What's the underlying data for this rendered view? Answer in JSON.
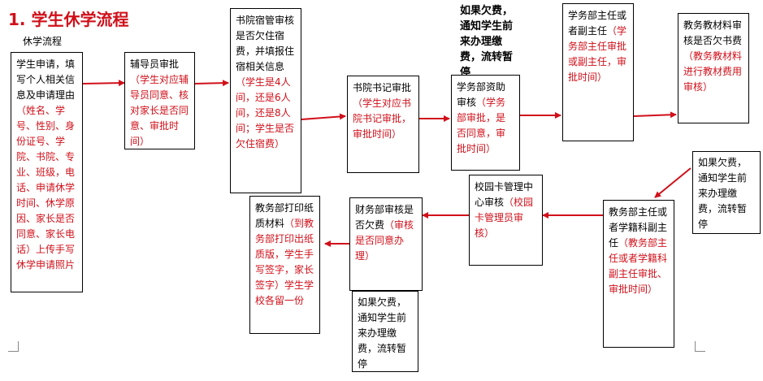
{
  "title": "1. 学生休学流程",
  "subtitle": "休学流程",
  "boxes": [
    {
      "text": "学生申请，填写个人相关信息及申请理由",
      "red": "（姓名、学号、性别、身份证号、学院、书院、专业、班级，电话、申请休学时间、休学原因、家长是否同意、家长电话）上传手写休学申请照片"
    },
    {
      "text": "辅导员审批",
      "red": "（学生对应辅导员同意、核对家长是否同意、审批时间）"
    },
    {
      "text": "书院宿管审核是否欠住宿费，并填报住宿相关信息",
      "red": "（学生是4人间，还是6人间，还是8人间；学生是否欠住宿费）"
    },
    {
      "text": "书院书记审批",
      "red": "（学生对应书院书记审批，审批时间）"
    },
    {
      "text": "学务部资助审核",
      "red": "（学务部审批，是否同意，审批时间）"
    },
    {
      "text": "学务部主任或者副主任",
      "red": "（学务部主任审批或副主任，审批时间）"
    },
    {
      "text": "教务教材料审核是否欠书费",
      "red": "（教务教材料进行教材费用审核）"
    },
    {
      "text": "教务部主任或者学籍科副主任",
      "red": "（教务部主任或者学籍科副主任审批、审批时间）"
    },
    {
      "text": "校园卡管理中心审核",
      "red": "（校园卡管理员审核）"
    },
    {
      "text": "财务部审核是否欠费",
      "red": "（审核是否同意办理）"
    },
    {
      "text": "教务部打印纸质材料",
      "red": "（到教务部打印出纸质版，学生手写签字，家长签字）学生学校各留一份"
    }
  ],
  "notes": {
    "top": "如果欠费，通知学生前来办理缴费，流转暂停",
    "right": "如果欠费，通知学生前来办理缴费，流转暂停",
    "bottom": "如果欠费，通知学生前来办理缴费，流转暂停"
  },
  "colors": {
    "accent": "#d0101a",
    "border": "#000000"
  }
}
